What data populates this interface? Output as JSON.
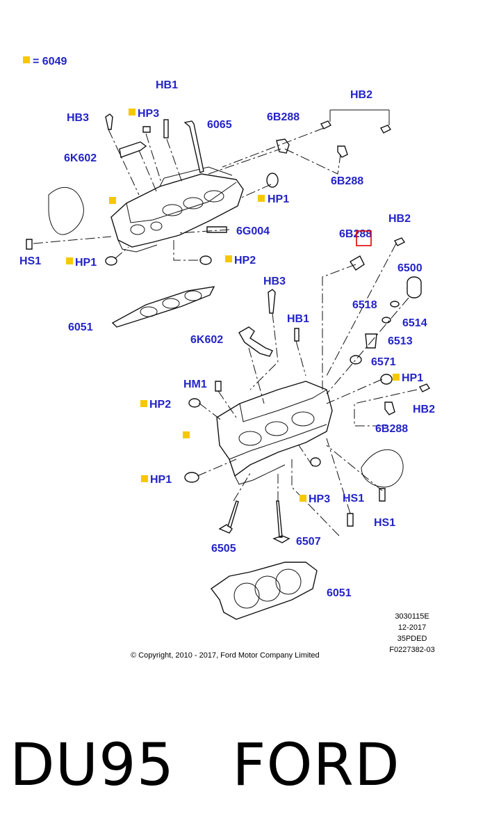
{
  "colors": {
    "callout": "#2323c8",
    "marker": "#f5c800",
    "highlight": "#e00000"
  },
  "legend": {
    "marker_label": "= 6049"
  },
  "callouts": {
    "hb1_top": "HB1",
    "hb2_top": "HB2",
    "hb3_top": "HB3",
    "hp3_top": "HP3",
    "p6065": "6065",
    "p6b288_a": "6B288",
    "p6k602_top": "6K602",
    "p6b288_b": "6B288",
    "hp1_a": "HP1",
    "p6g004": "6G004",
    "hs1_left": "HS1",
    "hp1_b": "HP1",
    "hp2_a": "HP2",
    "p6b288_hl": "6B288",
    "hb2_mid": "HB2",
    "p6500": "6500",
    "hb3_mid": "HB3",
    "p6518": "6518",
    "p6514": "6514",
    "p6051_a": "6051",
    "hb1_mid": "HB1",
    "p6513": "6513",
    "p6k602_mid": "6K602",
    "p6571": "6571",
    "hm1": "HM1",
    "hp1_c": "HP1",
    "hp2_b": "HP2",
    "hb2_low": "HB2",
    "p6b288_c": "6B288",
    "hp1_d": "HP1",
    "hp3_low": "HP3",
    "hs1_a": "HS1",
    "hs1_b": "HS1",
    "p6505": "6505",
    "p6507": "6507",
    "p6051_b": "6051"
  },
  "meta": {
    "code": "3030115E",
    "date": "12-2017",
    "engine": "35PDED",
    "figure": "F0227382-03"
  },
  "copyright": "© Copyright, 2010 - 2017, Ford Motor Company Limited",
  "caption": "DU95   FORD"
}
